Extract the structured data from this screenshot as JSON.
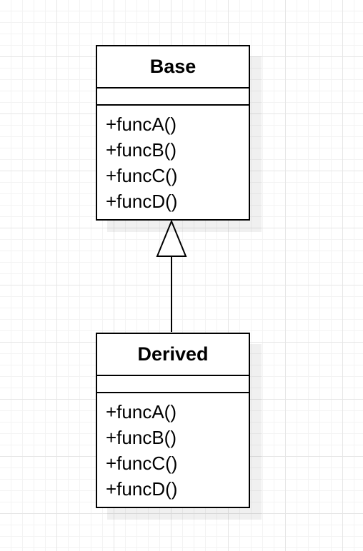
{
  "classes": {
    "base": {
      "name": "Base",
      "attributes": [],
      "methods": [
        "+funcA()",
        "+funcB()",
        "+funcC()",
        "+funcD()"
      ]
    },
    "derived": {
      "name": "Derived",
      "attributes": [],
      "methods": [
        "+funcA()",
        "+funcB()",
        "+funcC()",
        "+funcD()"
      ]
    }
  },
  "relations": [
    {
      "type": "generalization",
      "from": "Derived",
      "to": "Base"
    }
  ],
  "colors": {
    "stroke": "#000000",
    "fill": "#ffffff",
    "grid": "#e6e6e6"
  }
}
